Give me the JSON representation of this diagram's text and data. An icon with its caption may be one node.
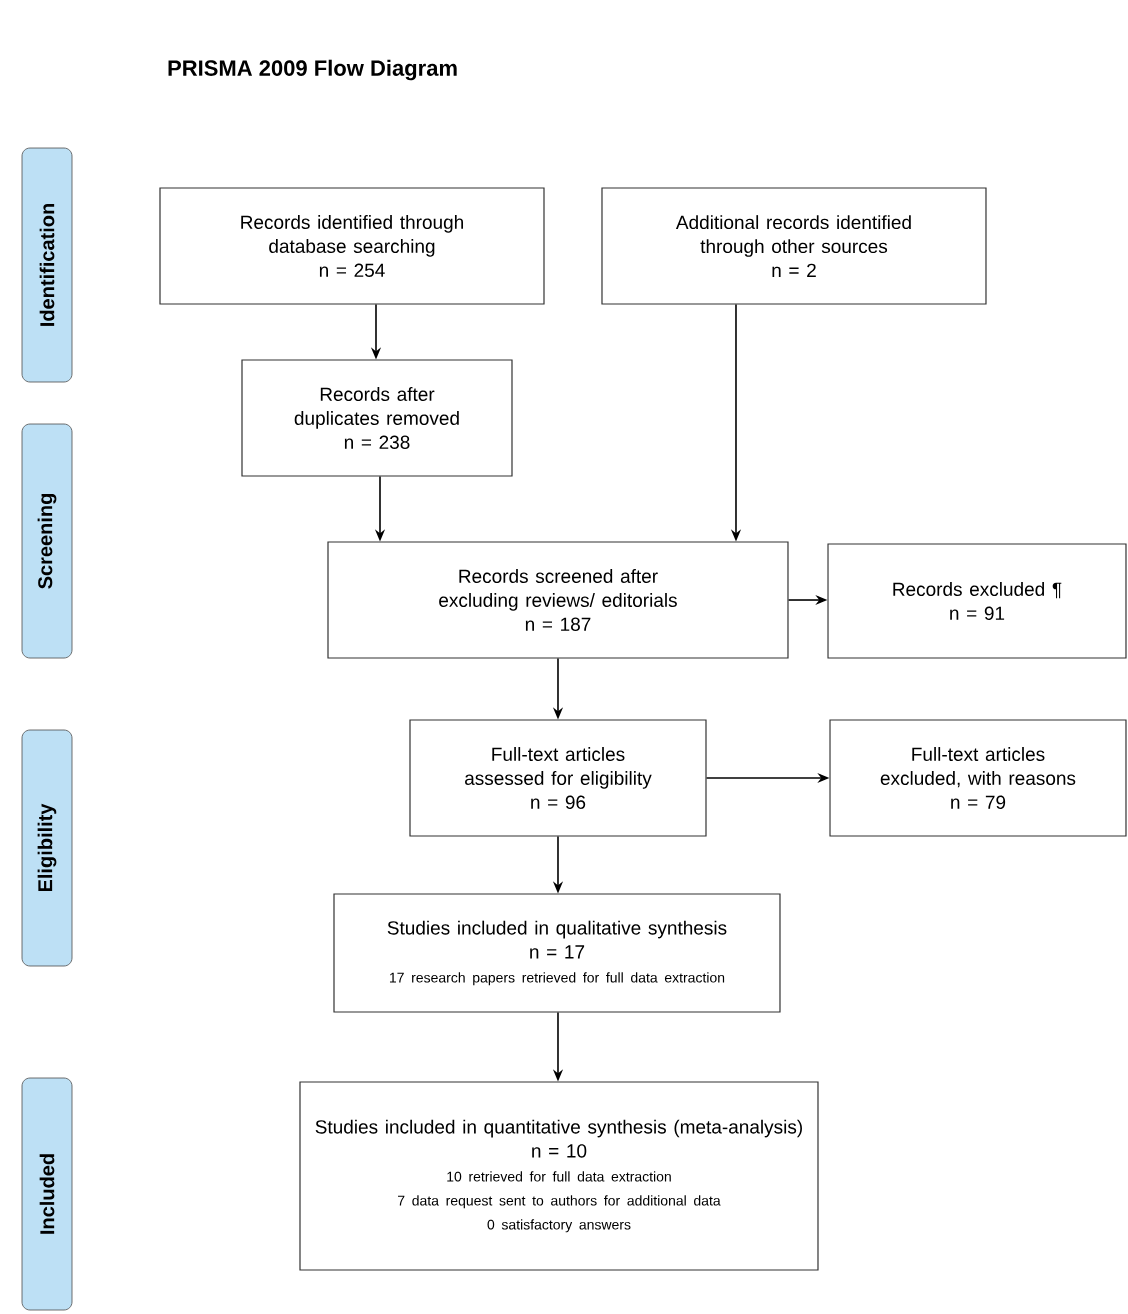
{
  "diagram": {
    "title": "PRISMA 2009 Flow Diagram",
    "nodes": [
      {
        "text": [
          "Identification"
        ]
      },
      {
        "text": [
          "Screening"
        ]
      },
      {
        "text": [
          "Eligibility"
        ]
      },
      {
        "text": [
          "Included"
        ]
      },
      {
        "text": [
          "Records identified through database searching",
          "n = 254"
        ]
      },
      {
        "text": [
          "Additional records identified through other sources",
          "n = 2"
        ]
      },
      {
        "text": [
          "Records after duplicates removed",
          "n = 238"
        ]
      },
      {
        "text": [
          "Records screened after excluding reviews/ editorials",
          "n = 187"
        ]
      },
      {
        "text": [
          "Records excluded ¶",
          "n = 91"
        ]
      },
      {
        "text": [
          "Full-text articles assessed for eligibility",
          "n = 96"
        ]
      },
      {
        "text": [
          "Full-text articles excluded, with reasons",
          "n = 79"
        ]
      },
      {
        "text": [
          "Studies included in qualitative synthesis",
          "n = 17",
          "17 research papers retrieved for full data extraction"
        ]
      },
      {
        "text": [
          "Studies included in quantitative synthesis (meta-analysis)",
          "n = 10",
          "10 retrieved for full data extraction",
          "7 data request sent to authors for additional data",
          "0 satisfactory answers"
        ]
      }
    ],
    "edges": [
      {
        "from": 4,
        "to": 6,
        "arrow": "to"
      },
      {
        "from": 6,
        "to": 7,
        "arrow": "to"
      },
      {
        "from": 5,
        "to": 7,
        "arrow": "to"
      },
      {
        "from": 7,
        "to": 8,
        "arrow": "to"
      },
      {
        "from": 7,
        "to": 9,
        "arrow": "to"
      },
      {
        "from": 9,
        "to": 10,
        "arrow": "to"
      },
      {
        "from": 9,
        "to": 11,
        "arrow": "to"
      },
      {
        "from": 11,
        "to": 12,
        "arrow": "to"
      }
    ]
  }
}
